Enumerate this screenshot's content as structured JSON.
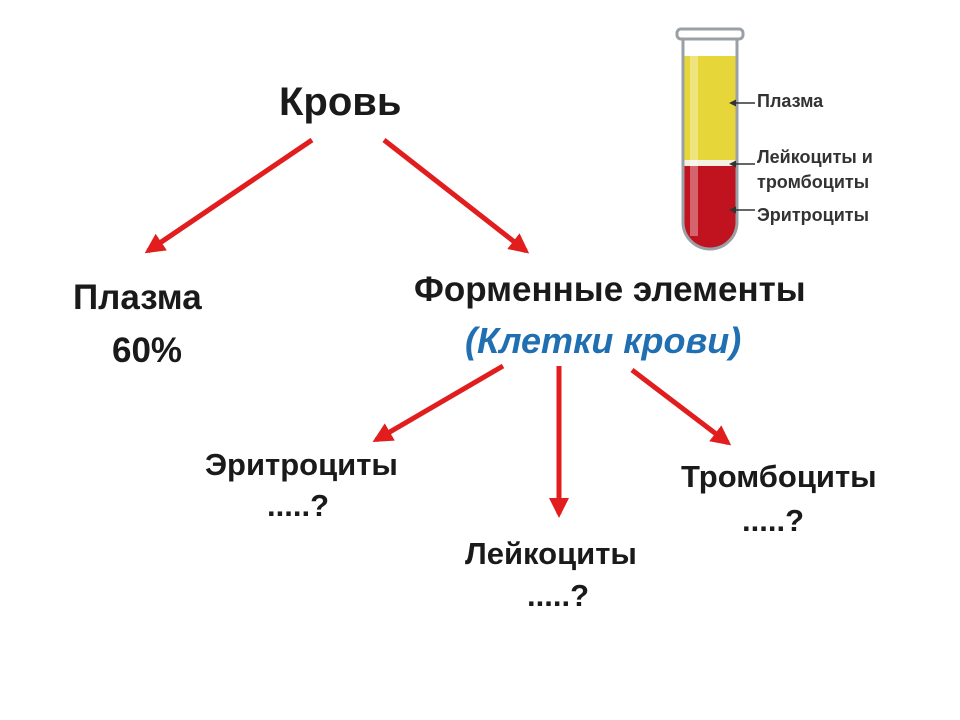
{
  "colors": {
    "arrow": "#e11d1d",
    "text": "#1a1a1a",
    "subtitle": "#1f6fb2",
    "tube_plasma": "#e6d63a",
    "tube_blood": "#c1121f",
    "tube_glass": "#9aa0a6"
  },
  "root": {
    "title": "Кровь"
  },
  "plasma_branch": {
    "title": "Плазма",
    "percent": "60%"
  },
  "formed_branch": {
    "title": "Форменные элементы",
    "subtitle": "(Клетки крови)"
  },
  "cells": {
    "erythrocytes": {
      "title": "Эритроциты",
      "placeholder": ".....?"
    },
    "leukocytes": {
      "title": "Лейкоциты",
      "placeholder": ".....?"
    },
    "thrombocytes": {
      "title": "Тромбоциты",
      "placeholder": ".....?"
    }
  },
  "test_tube": {
    "labels": {
      "plasma": "Плазма",
      "leuko_line1": "Лейкоциты и",
      "leuko_line2": "тромбоциты",
      "erythrocytes": "Эритроциты"
    }
  }
}
